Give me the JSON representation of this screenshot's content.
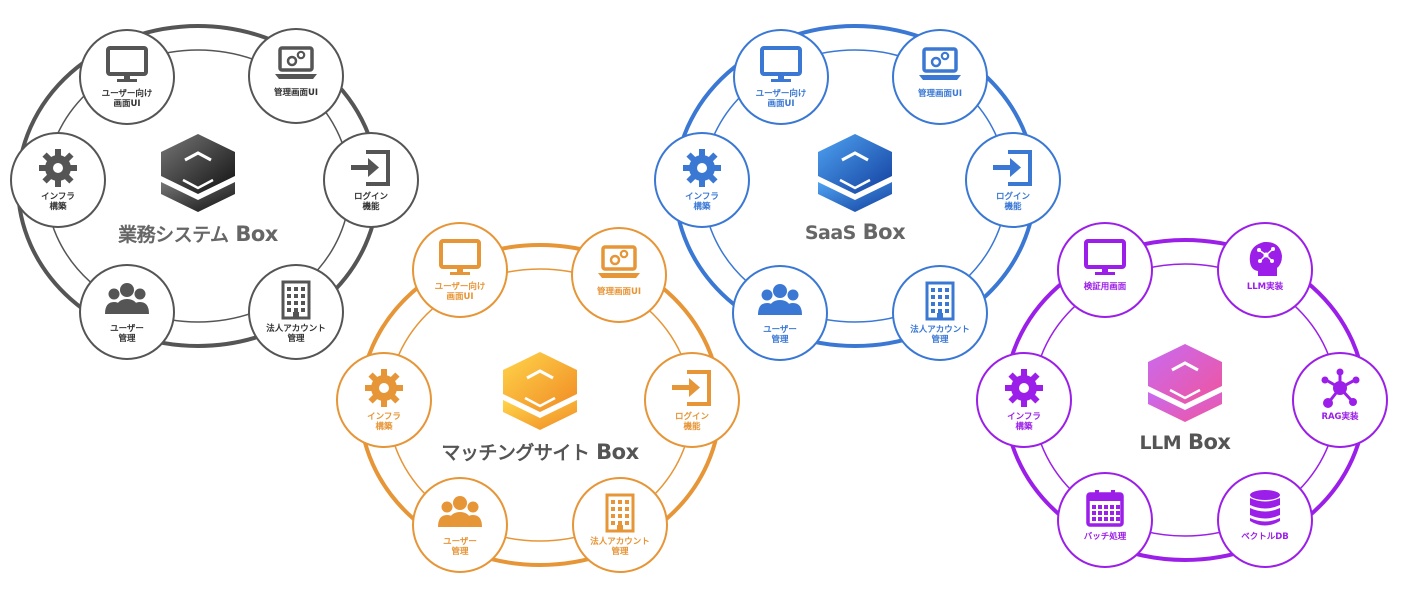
{
  "hubs": [
    {
      "id": "business",
      "color": "#555555",
      "title_main": "業務システム",
      "title_box": "Box",
      "nodes": [
        {
          "label": "ユーザー向け\n画面UI",
          "icon": "monitor-icon"
        },
        {
          "label": "管理画面UI",
          "icon": "laptop-gear-icon"
        },
        {
          "label": "ログイン\n機能",
          "icon": "login-icon"
        },
        {
          "label": "法人アカウント\n管理",
          "icon": "building-icon"
        },
        {
          "label": "ユーザー\n管理",
          "icon": "users-icon"
        },
        {
          "label": "インフラ\n構築",
          "icon": "gear-icon"
        }
      ]
    },
    {
      "id": "matching",
      "color": "#E69537",
      "title_main": "マッチングサイト",
      "title_box": "Box",
      "nodes": [
        {
          "label": "ユーザー向け\n画面UI",
          "icon": "monitor-icon"
        },
        {
          "label": "管理画面UI",
          "icon": "laptop-gear-icon"
        },
        {
          "label": "ログイン\n機能",
          "icon": "login-icon"
        },
        {
          "label": "法人アカウント\n管理",
          "icon": "building-icon"
        },
        {
          "label": "ユーザー\n管理",
          "icon": "users-icon"
        },
        {
          "label": "インフラ\n構築",
          "icon": "gear-icon"
        }
      ]
    },
    {
      "id": "saas",
      "color": "#3A78D4",
      "title_main": "SaaS",
      "title_box": "Box",
      "nodes": [
        {
          "label": "ユーザー向け\n画面UI",
          "icon": "monitor-icon"
        },
        {
          "label": "管理画面UI",
          "icon": "laptop-gear-icon"
        },
        {
          "label": "ログイン\n機能",
          "icon": "login-icon"
        },
        {
          "label": "法人アカウント\n管理",
          "icon": "building-icon"
        },
        {
          "label": "ユーザー\n管理",
          "icon": "users-icon"
        },
        {
          "label": "インフラ\n構築",
          "icon": "gear-icon"
        }
      ]
    },
    {
      "id": "llm",
      "color": "#9B1FE8",
      "title_main": "LLM",
      "title_box": "Box",
      "nodes": [
        {
          "label": "検証用画面",
          "icon": "monitor-icon"
        },
        {
          "label": "LLM実装",
          "icon": "brain-network-icon"
        },
        {
          "label": "RAG実装",
          "icon": "network-nodes-icon"
        },
        {
          "label": "ベクトルDB",
          "icon": "database-icon"
        },
        {
          "label": "バッチ処理",
          "icon": "calendar-icon"
        },
        {
          "label": "インフラ\n構築",
          "icon": "gear-icon"
        }
      ]
    }
  ]
}
